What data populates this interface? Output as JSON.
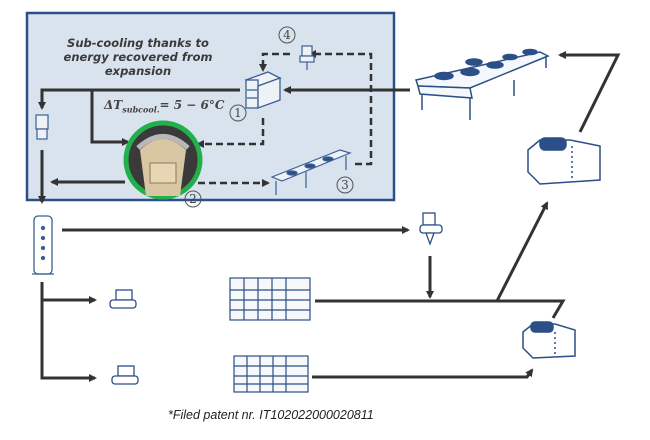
{
  "diagram": {
    "title": "Sub-cooling thanks to energy recovered from expansion",
    "title_lines": [
      "Sub-cooling thanks to",
      "energy recovered from",
      "expansion"
    ],
    "delta_t_label": "ΔT",
    "delta_t_subscript": "subcool.",
    "delta_t_value": "= 5 − 6°C",
    "markers": [
      "1",
      "2",
      "3",
      "4"
    ],
    "footnote": "*Filed patent nr. IT102022000020811",
    "colors": {
      "highlight_box_fill": "#d9e3ee",
      "highlight_box_border": "#2b4f86",
      "line": "#333333",
      "icon": "#2b4f86",
      "ring": "#22b04b"
    }
  }
}
